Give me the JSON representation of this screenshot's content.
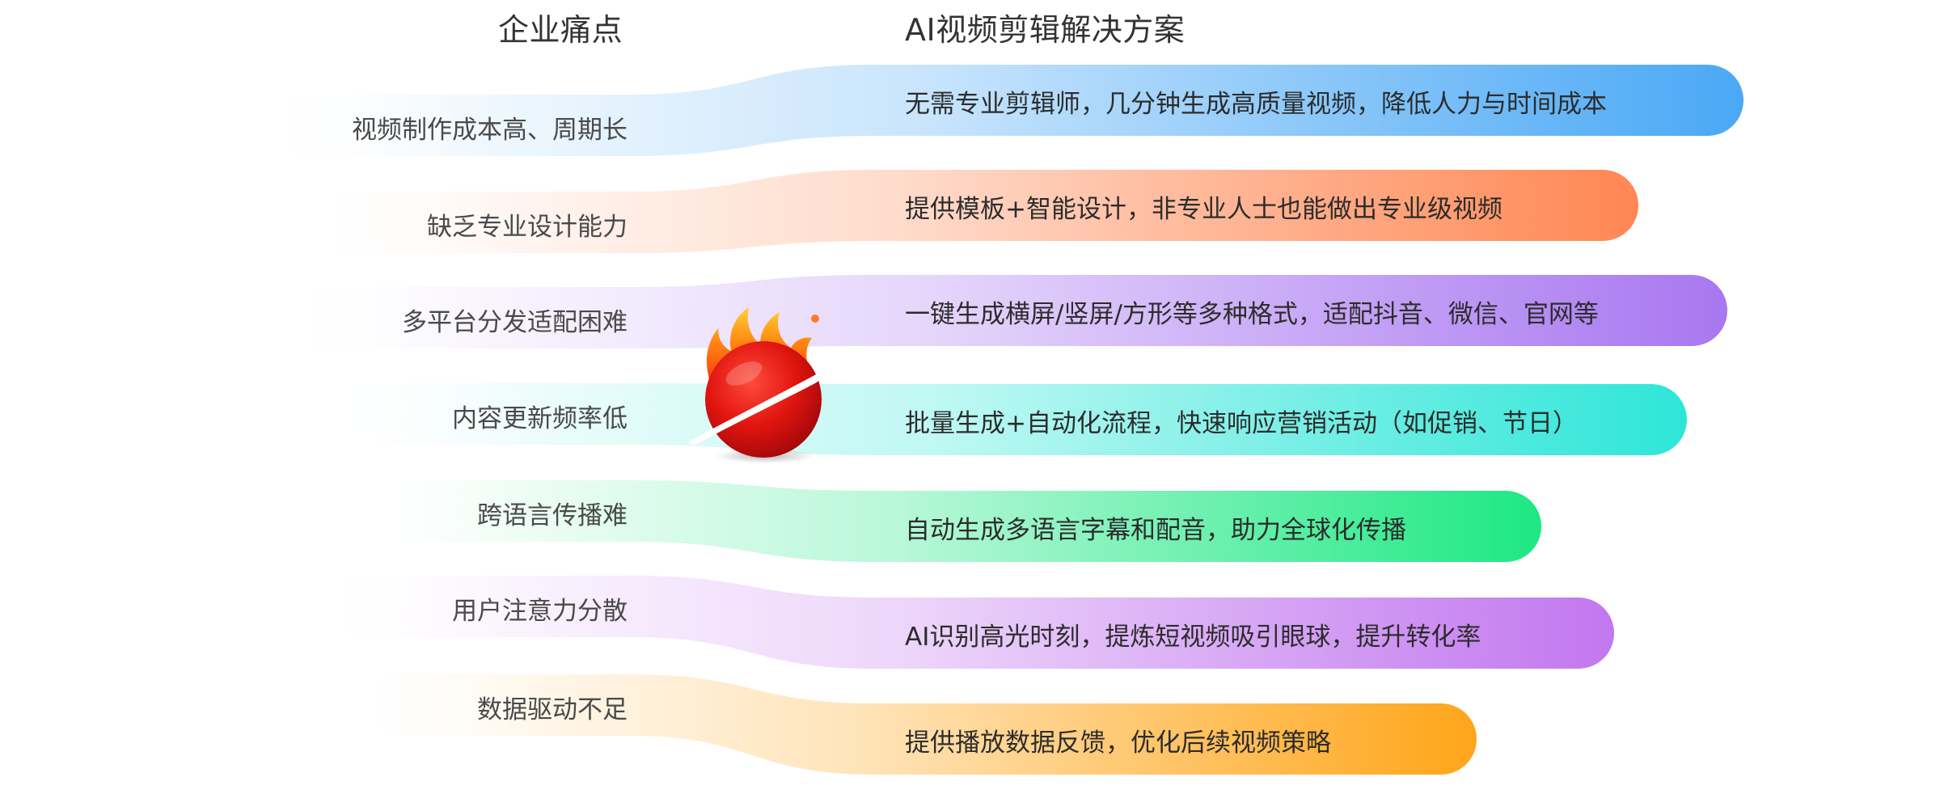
{
  "headers": {
    "left": "企业痛点",
    "right": "AI视频剪辑解决方案"
  },
  "rows": [
    {
      "pain": "视频制作成本高、周期长",
      "solution": "无需专业剪辑师，几分钟生成高质量视频，降低人力与时间成本",
      "color": "#4aa8f5"
    },
    {
      "pain": "缺乏专业设计能力",
      "solution": "提供模板+智能设计，非专业人士也能做出专业级视频",
      "color": "#ff8753"
    },
    {
      "pain": "多平台分发适配困难",
      "solution": "一键生成横屏/竖屏/方形等多种格式，适配抖音、微信、官网等",
      "color": "#a877f0"
    },
    {
      "pain": "内容更新频率低",
      "solution": "批量生成+自动化流程，快速响应营销活动（如促销、节日）",
      "color": "#2de6d8"
    },
    {
      "pain": "跨语言传播难",
      "solution": "自动生成多语言字幕和配音，助力全球化传播",
      "color": "#1de883"
    },
    {
      "pain": "用户注意力分散",
      "solution": "AI识别高光时刻，提炼短视频吸引眼球，提升转化率",
      "color": "#c277ef"
    },
    {
      "pain": "数据驱动不足",
      "solution": "提供播放数据反馈，优化后续视频策略",
      "color": "#ffa51a"
    }
  ],
  "logo_icon": "flame-ball-icon"
}
